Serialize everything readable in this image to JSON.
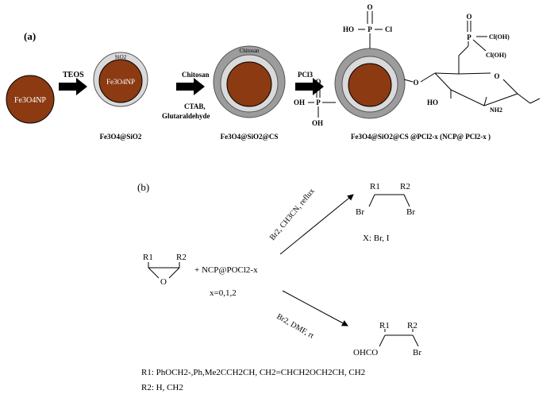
{
  "part_a": {
    "label": "(a)",
    "steps": [
      {
        "core_text": "Fe3O4NP",
        "caption": ""
      },
      {
        "shell_text": "SiO2",
        "core_text": "Fe3O4NP",
        "caption": "Fe3O4@SiO2"
      },
      {
        "shell_text": "Chitosan",
        "caption": "Fe3O4@SiO2@CS"
      },
      {
        "caption": "Fe3O4@SiO2@CS @PCl2-x (NCP@ PCl2-x )"
      }
    ],
    "reagents": {
      "r1": "TEOS",
      "r2": "Chitosan",
      "r2_below_1": "CTAB,",
      "r2_below_2": "Glutaraldehyde",
      "r3": "PCl3"
    },
    "phosphonate": {
      "top_ho": "HO",
      "top_p": "P",
      "top_cl": "Cl",
      "top_o": "O",
      "left_o": "O",
      "left_p": "P",
      "left_oh_top": "OH",
      "left_oh": "OH",
      "ring_o": "O",
      "ring_o_link": "O",
      "ho": "HO",
      "nh2": "NH2",
      "side_p": "P",
      "side_o": "O",
      "side_cl_oh_1": "Cl(OH)",
      "side_cl_oh_2": "Cl(OH)"
    }
  },
  "part_b": {
    "label": "(b)",
    "reactant_r1": "R1",
    "reactant_r2": "R2",
    "epoxide_o": "O",
    "plus_reagent": "+ NCP@POCl2-x",
    "x_values": "x=0,1,2",
    "upper_conditions": "Br2, CH3CN, reflux",
    "lower_conditions": "Br2, DMF, rt",
    "product1": {
      "r1": "R1",
      "r2": "R2",
      "x1": "Br",
      "x2": "Br",
      "note": "X: Br, I"
    },
    "product2": {
      "r1": "R1",
      "r2": "R2",
      "ohco": "OHCO",
      "br": "Br"
    },
    "legend_r1": "R1: PhOCH2-,Ph,Me2CCH2CH, CH2=CHCH2OCH2CH, CH2",
    "legend_r2": "R2: H, CH2"
  },
  "colors": {
    "core": "#8B3A12",
    "silica": "#DADADA",
    "chitosan": "#9C9C9C",
    "line": "#000000"
  }
}
